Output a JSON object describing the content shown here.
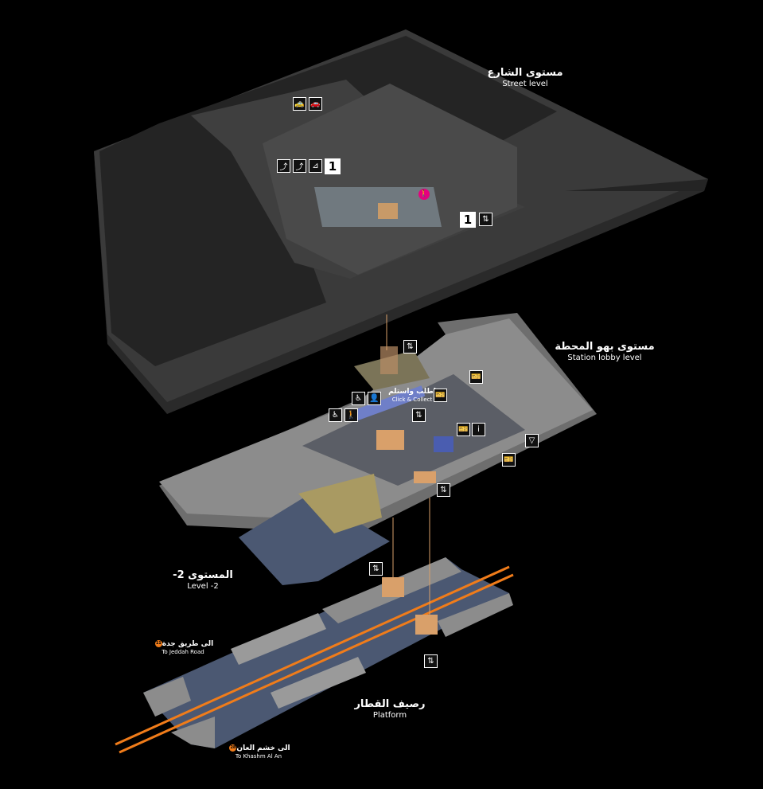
{
  "levels": {
    "street": {
      "ar": "مستوى الشارع",
      "en": "Street level"
    },
    "lobby": {
      "ar": "مستوى بهو المحطة",
      "en": "Station lobby level"
    },
    "level_minus2": {
      "ar": "المستوى 2-",
      "en": "Level -2"
    },
    "platform": {
      "ar": "رصيف القطار",
      "en": "Platform"
    }
  },
  "click_collect": {
    "ar": "اطلب واستلم",
    "en": "Click & Collect"
  },
  "directions": {
    "jeddah": {
      "ar": "الى طريق جدة",
      "en": "To Jeddah Road",
      "badge": "11"
    },
    "khashm": {
      "ar": "الى خشم العان",
      "en": "To Khashm Al An",
      "badge": "28"
    }
  },
  "entrances": {
    "entrance_a": "1",
    "entrance_b": "1"
  },
  "icons": {
    "taxi": "🚕",
    "car": "🚗",
    "wheelchair": "♿",
    "person": "🚶",
    "woman": "👤",
    "elevator": "⇅",
    "ticket": "🎫",
    "info": "i",
    "escalator": "⤴",
    "stairs": "⊿",
    "security": "▽",
    "pedestrian": "🚶"
  },
  "colors": {
    "accent": "#e6007e",
    "track": "#f07c1a",
    "street": "#3c3c3c",
    "lobby": "#8a8a8a",
    "floor": "#4b5872"
  }
}
